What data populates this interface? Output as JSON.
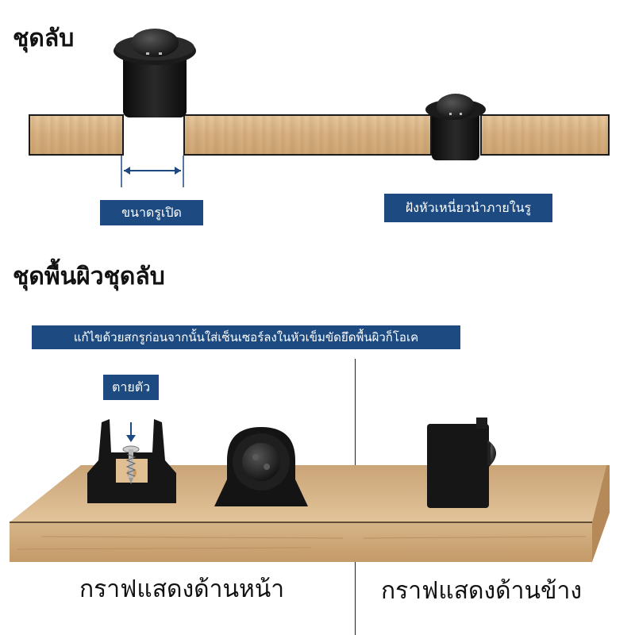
{
  "sections": {
    "hidden_set": {
      "title": "ชุดลับ",
      "hole_label": "ขนาดรูเปิด",
      "embed_label": "ฝังหัวเหนี่ยวนำภายในรู"
    },
    "surface_set": {
      "title": "ชุดพื้นผิวชุดลับ",
      "instruction": "แก้ไขด้วยสกรูก่อนจากนั้นใส่เซ็นเซอร์ลงในหัวเข็มขัดยึดพื้นผิวก็โอเค",
      "screw_label": "ตายตัว",
      "front_caption": "กราฟแสดงด้านหน้า",
      "side_caption": "กราฟแสดงด้านข้าง"
    }
  },
  "colors": {
    "label_bg": "#1d4a80",
    "wood_light": "#e2c296",
    "wood_dark": "#b98a57",
    "device": "#1b1b1b",
    "arrow": "#1d4a80"
  },
  "icons": {
    "dimension_arrow": "double-arrow-icon",
    "down_arrow": "arrow-down-icon"
  }
}
